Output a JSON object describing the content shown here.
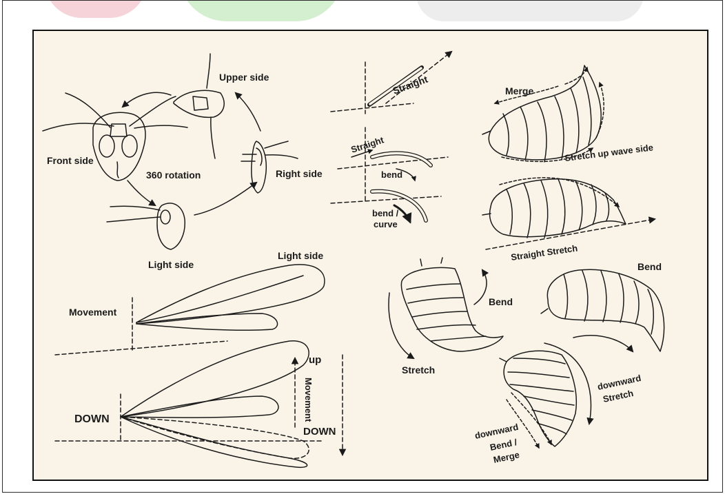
{
  "labels": {
    "upper_side": "Upper side",
    "front_side": "Front side",
    "rotation": "360 rotation",
    "right_side": "Right side",
    "light_side_head": "Light side",
    "light_side_wing": "Light side",
    "movement_left": "Movement",
    "up": "up",
    "movement_vertical": "Movement",
    "down_right": "DOWN",
    "down_left": "DOWN",
    "straight_top": "Straight",
    "straight_mid": "Straight",
    "bend_mid": "bend",
    "bend_curve_1": "bend /",
    "bend_curve_2": "curve",
    "merge_top": "Merge",
    "stretch_up_wave": "Stretch up wave side",
    "straight_stretch": "Straight Stretch",
    "bend_right": "Bend",
    "bend_center": "Bend",
    "stretch_center": "Stretch",
    "downward_stretch_1": "downward",
    "downward_stretch_2": "Stretch",
    "downward_bend_1": "downward",
    "downward_bend_2": "Bend /",
    "downward_bend_3": "Merge"
  },
  "colors": {
    "panel_bg": "#faf4e8",
    "ink": "#1a1a1a",
    "watermark_pink": "#f4c6cf",
    "watermark_green": "#c9ebc4",
    "watermark_gray": "#d9d9d9"
  }
}
